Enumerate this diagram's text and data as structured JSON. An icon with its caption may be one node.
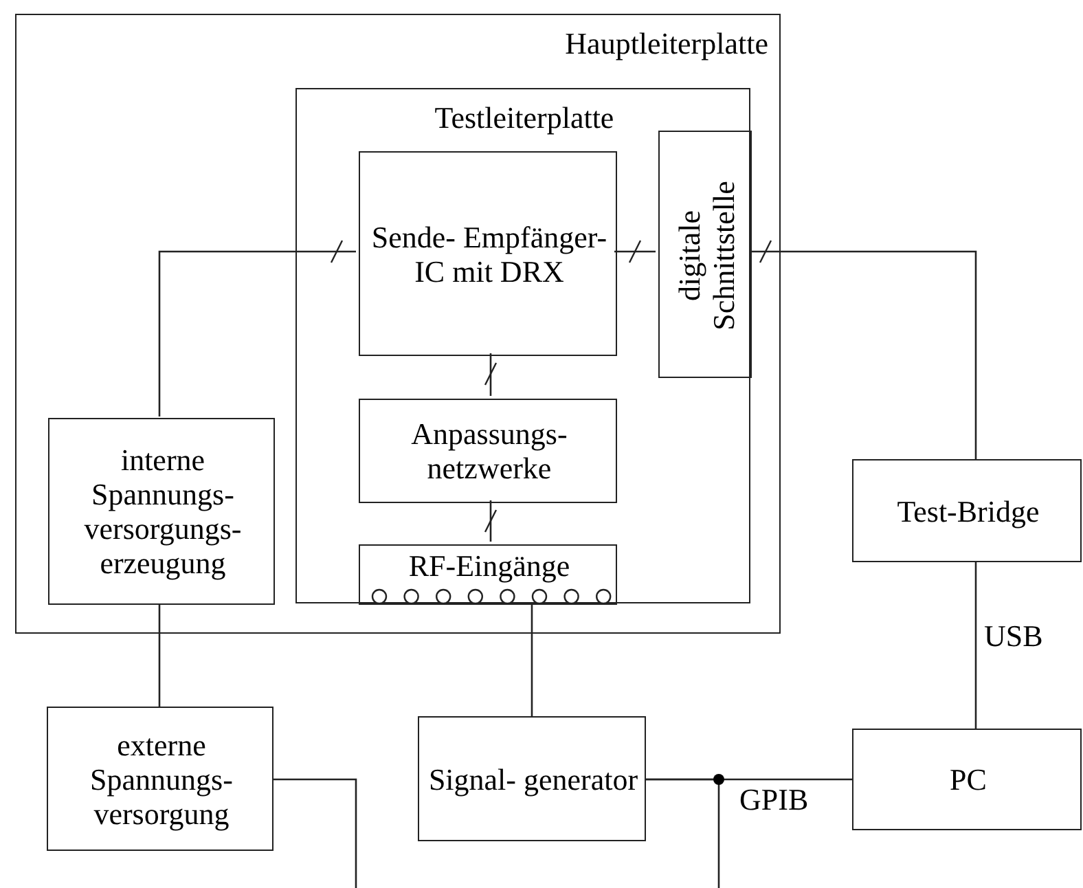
{
  "diagram": {
    "nodes": [
      {
        "text": [
          "Hauptleiterplatte"
        ]
      },
      {
        "text": [
          "Testleiterplatte"
        ],
        "in": 0
      },
      {
        "text": [
          "Sende- Empfänger-IC mit DRX"
        ],
        "in": 1
      },
      {
        "text": [
          "digitale Schnittstelle"
        ],
        "in": 1
      },
      {
        "text": [
          "Anpassungs- netzwerke"
        ],
        "in": 1
      },
      {
        "text": [
          "RF-Eingänge"
        ],
        "in": 1
      },
      {
        "text": [
          "interne Spannungs- versorgungs- erzeugung"
        ],
        "in": 0
      },
      {
        "text": [
          "Test-Bridge"
        ]
      },
      {
        "text": [
          "externe Spannungs- versorgung"
        ]
      },
      {
        "text": [
          "Signal- generator"
        ]
      },
      {
        "text": [
          "PC"
        ]
      }
    ],
    "edges": [
      {
        "from": 6,
        "to": 2,
        "arrow": "none"
      },
      {
        "from": 2,
        "to": 3,
        "arrow": "none"
      },
      {
        "from": 3,
        "to": 7,
        "arrow": "none"
      },
      {
        "from": 2,
        "to": 4,
        "arrow": "none"
      },
      {
        "from": 4,
        "to": 5,
        "arrow": "none"
      },
      {
        "from": 6,
        "to": 8,
        "arrow": "none"
      },
      {
        "from": 5,
        "to": 9,
        "arrow": "none"
      },
      {
        "from": 7,
        "to": 10,
        "arrow": "none",
        "label": "USB"
      },
      {
        "from": 9,
        "to": 10,
        "arrow": "none",
        "label": "GPIB"
      },
      {
        "from": 8,
        "to": null,
        "arrow": "none"
      },
      {
        "from": 9,
        "to": null,
        "arrow": "none"
      }
    ]
  }
}
